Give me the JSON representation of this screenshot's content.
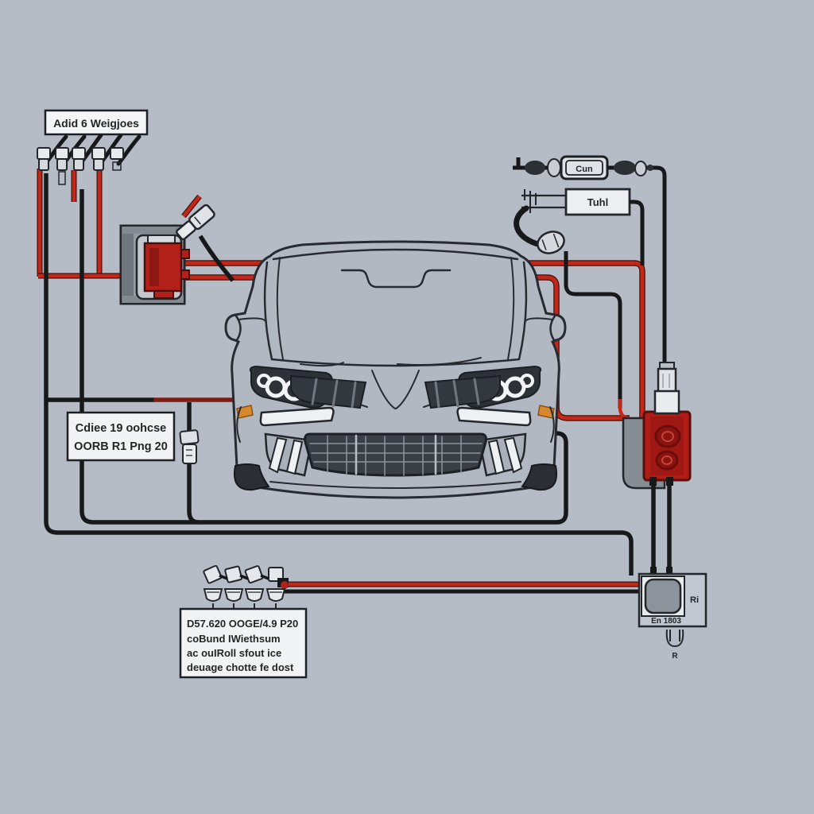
{
  "colors": {
    "background": "#b5bcc6",
    "wire_red": "#c2271a",
    "wire_red_dark": "#7e1d14",
    "wire_black": "#17181a",
    "component_red": "#b01c16",
    "car_body": "#b2b8c1",
    "marker_orange": "#d9872e"
  },
  "labels": {
    "top_connector_label": "Adid 6 Weigjoes",
    "left_note_line1": "Cdiee 19 oohcse",
    "left_note_line2": "OORB R1 Png 20",
    "fuse_small": "Cun",
    "fuse_large": "Tuhl",
    "junction_box_side": "Ri",
    "junction_box_bottom": "En 1803",
    "junction_box_below": "R",
    "bottom_note_line1": "D57.620 OOGE/4.9 P20",
    "bottom_note_line2": "coBund IWiethsum",
    "bottom_note_line3": "ac ouIRoll sfout ice",
    "bottom_note_line4": "deuage chotte fe dost"
  }
}
